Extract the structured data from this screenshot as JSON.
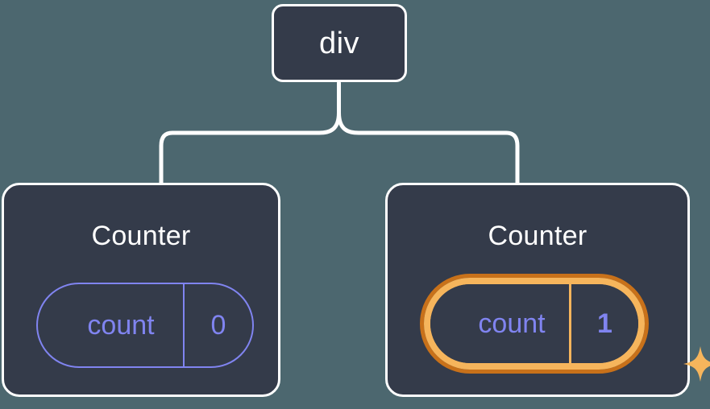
{
  "diagram": {
    "type": "component-tree",
    "background_color": "#4c676f",
    "node_fill_color": "#343b4a",
    "node_border_color": "#ffffff",
    "connector_color": "#ffffff",
    "state_color": "#8084f0",
    "highlight_outer_color": "#c8711a",
    "highlight_inner_color": "#f6b55c",
    "sparkle_color": "#f6b55c"
  },
  "root": {
    "label": "div"
  },
  "children": [
    {
      "title": "Counter",
      "state": {
        "key": "count",
        "value": "0"
      },
      "highlighted": false
    },
    {
      "title": "Counter",
      "state": {
        "key": "count",
        "value": "1"
      },
      "highlighted": true
    }
  ]
}
